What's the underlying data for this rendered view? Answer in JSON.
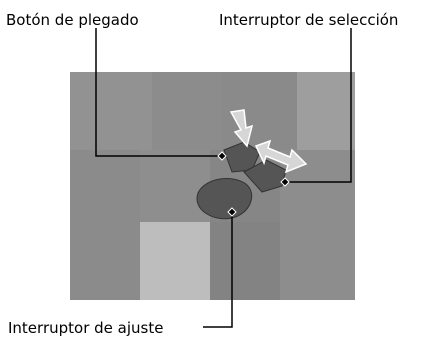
{
  "labels": {
    "fold_button": "Botón de plegado",
    "select_switch": "Interruptor de selección",
    "adjust_switch": "Interruptor de ajuste"
  },
  "colors": {
    "background": "#ffffff",
    "device_dark": "#555555",
    "photo_light_patch": "#bdbdbd",
    "leader_line": "#000000"
  }
}
